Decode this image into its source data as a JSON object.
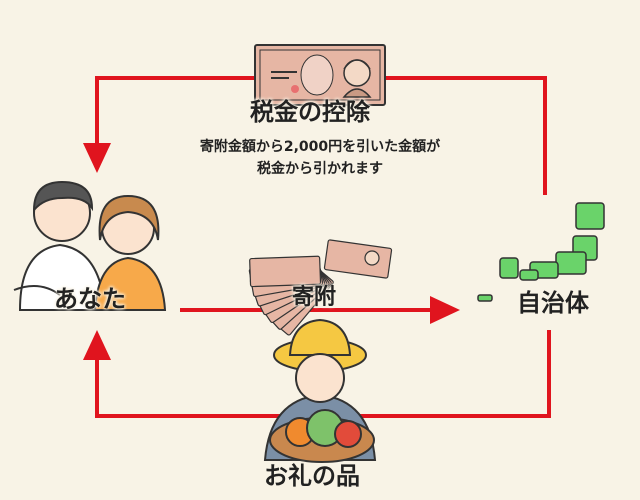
{
  "labels": {
    "you": "あなた",
    "donation": "寄附",
    "municipality": "自治体",
    "gift": "お礼の品",
    "tax_deduction": "税金の控除",
    "tax_desc_line1": "寄附金額から2,000円を引いた金額が",
    "tax_desc_line2": "税金から引かれます"
  },
  "colors": {
    "arrow": "#e0141e",
    "background": "#f8f3e6",
    "japan_map": "#6ad36a",
    "banknote": "#e6b6a4"
  },
  "icons": {
    "couple": "couple-icon",
    "japan": "japan-map-icon",
    "farmer": "farmer-with-vegetables-icon",
    "banknote": "banknote-icon",
    "cash_fan": "banknote-fan-icon"
  }
}
